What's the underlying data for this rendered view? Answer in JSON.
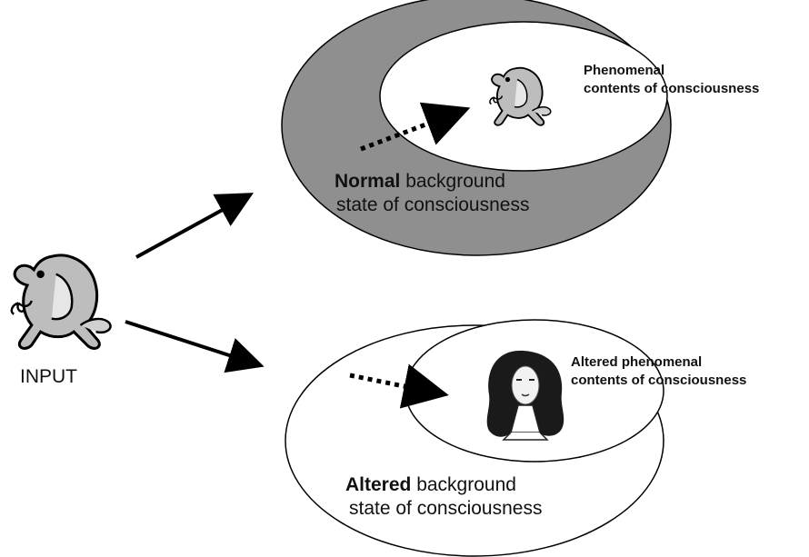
{
  "input_label": "INPUT",
  "normal": {
    "contents_line1": "Phenomenal",
    "contents_line2": "contents of consciousness",
    "background_bold": "Normal",
    "background_rest": " background",
    "background_line2": "state of consciousness"
  },
  "altered": {
    "contents_line1": "Altered phenomenal",
    "contents_line2": "contents of consciousness",
    "background_bold": "Altered",
    "background_rest": " background",
    "background_line2": "state of  consciousness"
  },
  "colors": {
    "outer_fill_normal": "#8f8f8f",
    "line": "#000000",
    "background": "#ffffff"
  },
  "icons": {
    "input_icon": "frog-icon",
    "normal_content_icon": "frog-icon",
    "altered_content_icon": "woman-portrait-icon"
  }
}
